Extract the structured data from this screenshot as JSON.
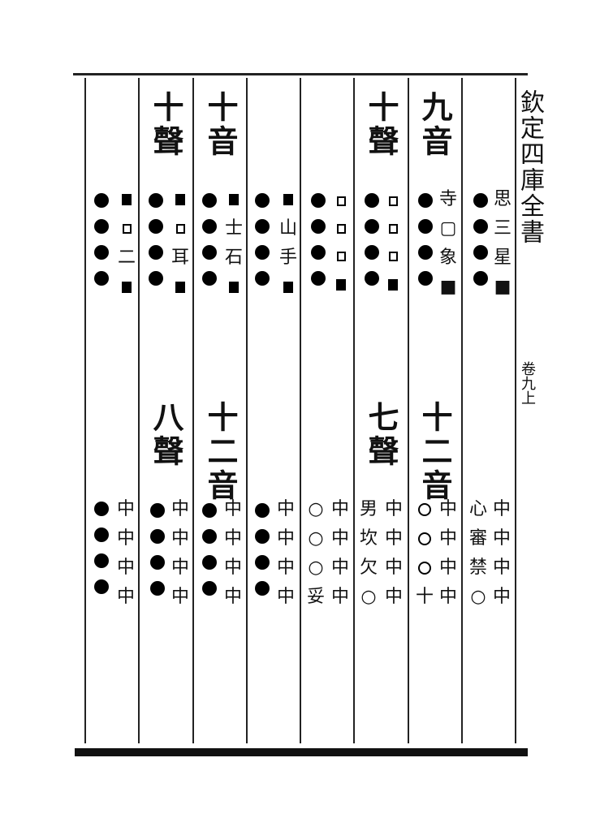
{
  "edge": {
    "title": "欽定四庫全書",
    "volume": "卷九上"
  },
  "columns": [
    {
      "id": "c1",
      "top_header": "九音",
      "bottom_header": "十二音",
      "top": [
        "寺",
        "▢",
        "象",
        "■"
      ],
      "bottom": [
        "中",
        "中",
        "中",
        "中"
      ],
      "top_marks": [
        "dot",
        "dot",
        "dot",
        "dot"
      ],
      "bottom_marks": [
        "circ",
        "circ",
        "circ",
        "十"
      ]
    },
    {
      "id": "c2",
      "top_header": "十聲",
      "bottom_header": "七聲",
      "top": [
        "▢",
        "▢",
        "▢",
        "■"
      ],
      "bottom": [
        "中",
        "中",
        "中",
        "中"
      ],
      "top_marks": [
        "dot",
        "dot",
        "dot",
        "dot"
      ],
      "bottom_marks": [
        "男",
        "坎",
        "欠",
        "○"
      ]
    }
  ],
  "col0": {
    "top_header": "",
    "top": [
      "思",
      "三",
      "星",
      "■"
    ],
    "bottom": [
      "中",
      "中",
      "中",
      "中"
    ],
    "bottom_pre": [
      "心",
      "審",
      "禁",
      "○"
    ]
  },
  "col3": {
    "top": [
      "▢",
      "▢",
      "▢",
      "■"
    ],
    "bottom": [
      "中",
      "中",
      "中",
      "中"
    ],
    "bottom_pre": [
      "○",
      "○",
      "○",
      "妥"
    ]
  },
  "col4": {
    "top": [
      "■",
      "山",
      "手",
      "■"
    ],
    "bottom": [
      "中",
      "中",
      "中",
      "中"
    ]
  },
  "col5": {
    "top_header": "十音",
    "bottom_header": "十二音",
    "top": [
      "■",
      "士",
      "石",
      "■"
    ],
    "bottom": [
      "中",
      "中",
      "中",
      "中"
    ]
  },
  "col6": {
    "top_header": "十聲",
    "bottom_header": "八聲",
    "top": [
      "■",
      "▢",
      "耳",
      "■"
    ],
    "bottom": [
      "中",
      "中",
      "中",
      "中"
    ]
  },
  "col7": {
    "top": [
      "■",
      "▢",
      "二",
      "■"
    ],
    "bottom": [
      "中",
      "中",
      "中",
      "中"
    ]
  }
}
